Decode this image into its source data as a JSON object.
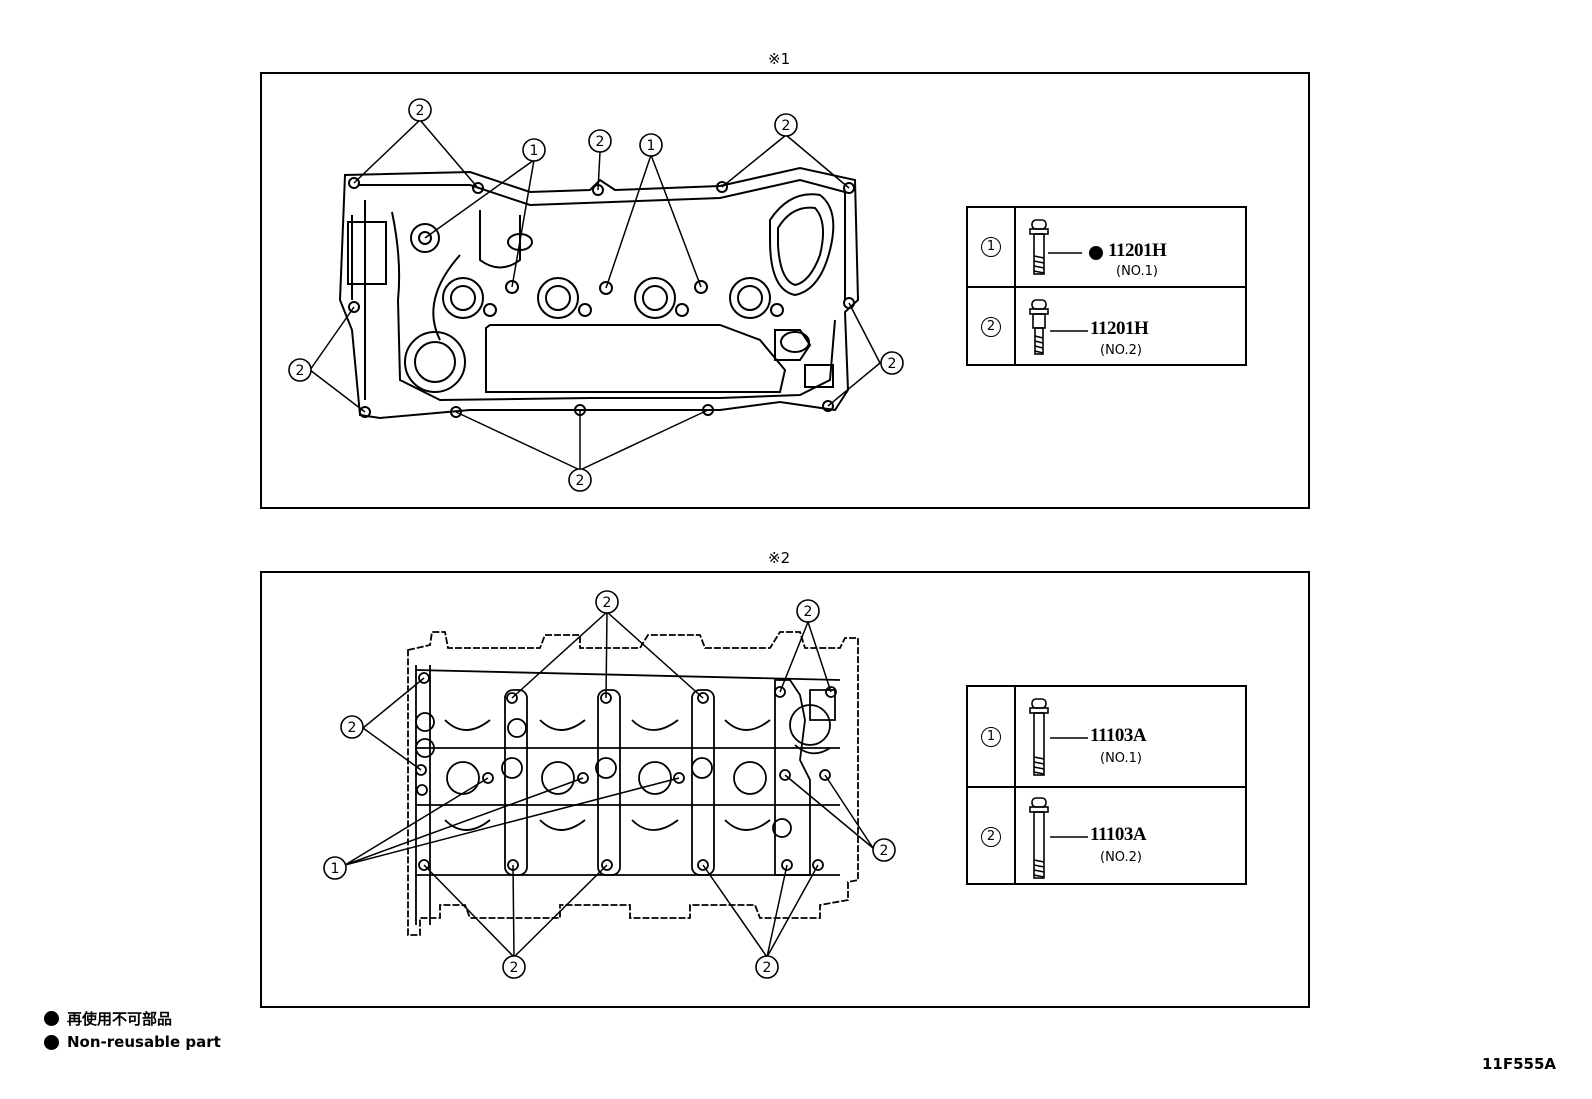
{
  "panel1": {
    "caption": "※1",
    "callouts": [
      "1",
      "2"
    ],
    "legend": [
      {
        "num": "1",
        "part_no": "11201H",
        "sub": "(NO.1)",
        "non_reusable": true
      },
      {
        "num": "2",
        "part_no": "11201H",
        "sub": "(NO.2)",
        "non_reusable": false
      }
    ]
  },
  "panel2": {
    "caption": "※2",
    "legend": [
      {
        "num": "1",
        "part_no": "11103A",
        "sub": "(NO.1)"
      },
      {
        "num": "2",
        "part_no": "11103A",
        "sub": "(NO.2)"
      }
    ]
  },
  "notes": {
    "jp": "再使用不可部品",
    "en": "Non-reusable part"
  },
  "figure_code": "11F555A"
}
